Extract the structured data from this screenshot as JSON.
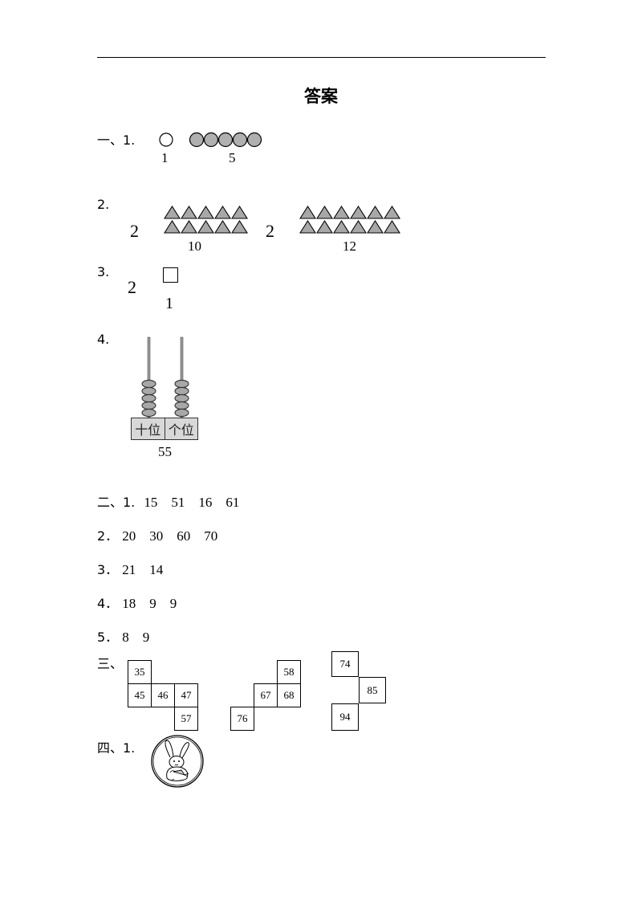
{
  "title": "答案",
  "section1": {
    "label": "一、1.",
    "q1": {
      "left_value": "1",
      "right_value": "5"
    },
    "q2": {
      "label": "2.",
      "left_prefix": "2",
      "left_value": "10",
      "right_prefix": "2",
      "right_value": "12"
    },
    "q3": {
      "label": "3.",
      "prefix": "2",
      "value": "1"
    },
    "q4": {
      "label": "4.",
      "tens_label": "十位",
      "ones_label": "个位",
      "value": "55"
    }
  },
  "section2": {
    "label": "二、1.",
    "q1_values": "15    51    16    61",
    "q2_label": "2．",
    "q2_values": "20    30    60    70",
    "q3_label": "3．",
    "q3_values": "21    14",
    "q4_label": "4．",
    "q4_values": "18    9    9",
    "q5_label": "5．",
    "q5_values": "8    9"
  },
  "section3": {
    "label": "三、",
    "grid1": [
      "35",
      "45",
      "46",
      "47",
      "57"
    ],
    "grid2": [
      "58",
      "67",
      "68",
      "76"
    ],
    "grid3": [
      "74",
      "85",
      "94"
    ]
  },
  "section4": {
    "label": "四、1."
  }
}
